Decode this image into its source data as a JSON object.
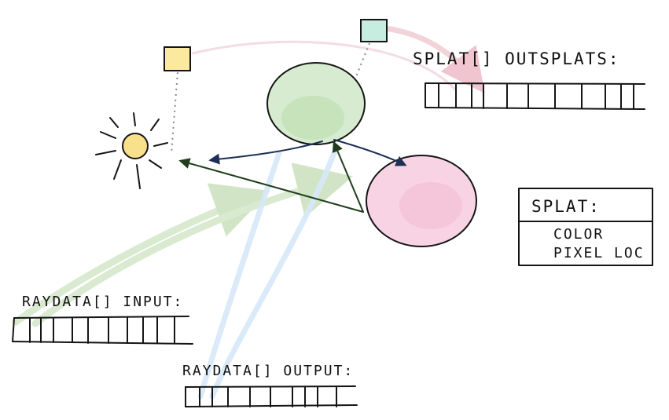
{
  "labels": {
    "outsplats": "SPLAT[] OUTSPLATS:",
    "raydata_input": "RAYDATA[] INPUT:",
    "raydata_output": "RAYDATA[] OUTPUT:"
  },
  "splat_struct": {
    "title": "SPLAT:",
    "fields": [
      "COLOR",
      "PIXEL LOC"
    ]
  },
  "colors": {
    "green_sphere": "#cfe6c8",
    "pink_sphere": "#f6c6dc",
    "sun": "#f9e08a",
    "yellow_square": "#fbe9a0",
    "teal_square": "#c7ece0",
    "dark_green_arrow": "#1f3d1c",
    "navy_arrow": "#1c2f55",
    "light_green_trail": "#cfe5c4",
    "light_blue_trail": "#cfe4f7",
    "pink_trail": "#f3cfd6"
  }
}
